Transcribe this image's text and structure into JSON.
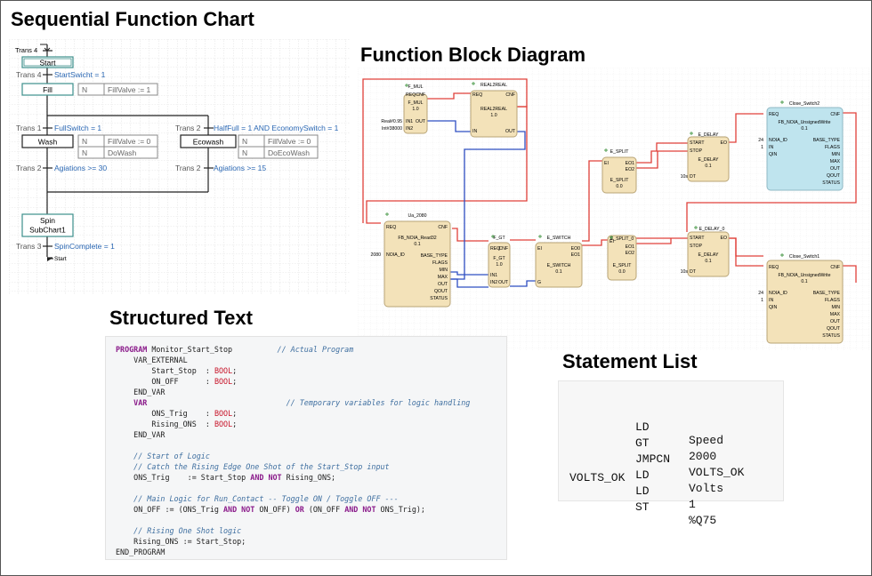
{
  "headings": {
    "sfc": "Sequential Function Chart",
    "fbd": "Function Block Diagram",
    "st": "Structured Text",
    "il": "Statement List"
  },
  "sfc": {
    "top_label": "Trans 4",
    "steps": {
      "start": "Start",
      "fill": "Fill",
      "wash": "Wash",
      "ecowash": "Ecowash",
      "spin_1": "Spin",
      "spin_2": "SubChart1"
    },
    "transitions": [
      {
        "label": "Trans 4",
        "condition": "StartSwicht = 1"
      },
      {
        "label": "Trans 1",
        "condition": "FullSwitch = 1"
      },
      {
        "label": "Trans 2",
        "condition": "HalfFull = 1 AND EconomySwitch = 1"
      },
      {
        "label": "Trans 2",
        "condition": "Agiations >= 30"
      },
      {
        "label": "Trans 2",
        "condition": "Agiations >= 15"
      },
      {
        "label": "Trans 3",
        "condition": "SpinComplete = 1"
      }
    ],
    "actions": {
      "fill_q": "N",
      "fill_a": "FillValve := 1",
      "wash1_q": "N",
      "wash1_a": "FillValve := 0",
      "wash2_q": "N",
      "wash2_a": "DoWash",
      "eco1_q": "N",
      "eco1_a": "FillValve := 0",
      "eco2_q": "N",
      "eco2_a": "DoEcoWash"
    },
    "jump": "Start"
  },
  "fbd": {
    "blocks": {
      "fmul": {
        "instance": "F_MUL",
        "type": "F_MUL",
        "ver": "1.0",
        "in": [
          "REQ",
          "IN1",
          "IN2"
        ],
        "out": [
          "CNF",
          "OUT"
        ]
      },
      "r2r": {
        "instance": "REAL2REAL",
        "type": "REAL2REAL",
        "ver": "1.0",
        "in": [
          "REQ",
          "IN"
        ],
        "out": [
          "CNF",
          "OUT"
        ]
      },
      "ua": {
        "instance": "Ua_2080",
        "type": "FB_NOIA_Read32",
        "ver": "0.1",
        "in": [
          "REQ",
          "NOIA_ID"
        ],
        "out": [
          "CNF",
          "BASE_TYPE",
          "FLAGS",
          "MIN",
          "MAX",
          "OUT",
          "QOUT",
          "STATUS"
        ]
      },
      "fgt": {
        "instance": "F_GT",
        "type": "F_GT",
        "ver": "1.0",
        "in": [
          "REQ",
          "IN1",
          "IN2"
        ],
        "out": [
          "CNF",
          "OUT"
        ]
      },
      "esw": {
        "instance": "E_SWITCH",
        "type": "E_SWITCH",
        "ver": "0.1",
        "in": [
          "EI",
          "G"
        ],
        "out": [
          "EO0",
          "EO1"
        ]
      },
      "esp_a": {
        "instance": "E_SPLIT",
        "type": "E_SPLIT",
        "ver": "0.0",
        "in": [
          "EI"
        ],
        "out": [
          "EO1",
          "EO2"
        ]
      },
      "esp_b": {
        "instance": "E_SPLIT_0",
        "type": "E_SPLIT",
        "ver": "0.0",
        "in": [
          "EI"
        ],
        "out": [
          "EO1",
          "EO2"
        ]
      },
      "edl_a": {
        "instance": "E_DELAY",
        "type": "E_DELAY",
        "ver": "0.1",
        "in": [
          "START",
          "STOP",
          "DT"
        ],
        "out": [
          "EO"
        ]
      },
      "edl_b": {
        "instance": "E_DELAY_0",
        "type": "E_DELAY",
        "ver": "0.1",
        "in": [
          "START",
          "STOP",
          "DT"
        ],
        "out": [
          "EO"
        ]
      },
      "cs2": {
        "instance": "Close_Switch2",
        "type": "FB_NOIA_UnsignedWrite",
        "ver": "0.1",
        "in": [
          "REQ",
          "NOIA_ID",
          "IN",
          "QIN"
        ],
        "out": [
          "CNF",
          "BASE_TYPE",
          "FLAGS",
          "MIN",
          "MAX",
          "OUT",
          "QOUT",
          "STATUS"
        ]
      },
      "cs1": {
        "instance": "Close_Switch1",
        "type": "FB_NOIA_UnsignedWrite",
        "ver": "0.1",
        "in": [
          "REQ",
          "NOIA_ID",
          "IN",
          "QIN"
        ],
        "out": [
          "CNF",
          "BASE_TYPE",
          "FLAGS",
          "MIN",
          "MAX",
          "OUT",
          "QOUT",
          "STATUS"
        ]
      }
    },
    "constants": {
      "fmul_in1": "Real#0.95",
      "fmul_in2": "Int#38000",
      "ua_id": "2080",
      "cs2_id": "24",
      "cs2_in": "1",
      "cs1_id": "24",
      "cs1_in": "1",
      "edl_a_dt": "10s",
      "edl_b_dt": "10s"
    }
  },
  "structured_text": {
    "l01_kw": "PROGRAM",
    "l01_code": " Monitor_Start_Stop          ",
    "l01_cm": "// Actual Program",
    "l02_kw": "VAR_EXTERNAL",
    "l03_code": "Start_Stop  : ",
    "l03_ty": "BOOL",
    "l03_end": ";",
    "l04_code": "ON_OFF      : ",
    "l04_ty": "BOOL",
    "l04_end": ";",
    "l05_kw": "END_VAR",
    "l06_kw": "VAR",
    "l06_pad": "                               ",
    "l06_cm": "// Temporary variables for logic handling",
    "l07_code": "ONS_Trig    : ",
    "l07_ty": "BOOL",
    "l07_end": ";",
    "l08_code": "Rising_ONS  : ",
    "l08_ty": "BOOL",
    "l08_end": ";",
    "l09_kw": "END_VAR",
    "l11_cm": "// Start of Logic",
    "l12_cm": "// Catch the Rising Edge One Shot of the Start_Stop input",
    "l13_a": "ONS_Trig    := Start_Stop ",
    "l13_kw1": "AND NOT",
    "l13_b": " Rising_ONS;",
    "l15_cm": "// Main Logic for Run_Contact -- Toggle ON / Toggle OFF ---",
    "l16_a": "ON_OFF := (ONS_Trig ",
    "l16_kw1": "AND NOT",
    "l16_b": " ON_OFF) ",
    "l16_kw2": "OR",
    "l16_c": " (ON_OFF ",
    "l16_kw3": "AND NOT",
    "l16_d": " ONS_Trig);",
    "l18_cm": "// Rising One Shot logic",
    "l19_code": "Rising_ONS := Start_Stop;",
    "l20_kw": "END_PROGRAM"
  },
  "statement_list": {
    "rows": [
      {
        "label": "",
        "op": "LD",
        "arg": "Speed"
      },
      {
        "label": "",
        "op": "GT",
        "arg": "2000"
      },
      {
        "label": "",
        "op": "JMPCN",
        "arg": "VOLTS_OK"
      },
      {
        "label": "",
        "op": "LD",
        "arg": "Volts"
      },
      {
        "label": "VOLTS_OK",
        "op": "LD",
        "arg": "1"
      },
      {
        "label": "",
        "op": "ST",
        "arg": "%Q75"
      }
    ]
  },
  "colors": {
    "block_fill": "#f3e2b9",
    "block_stroke": "#b8a476",
    "write_block_fill": "#bfe4ee",
    "event_wire": "#e0403a",
    "data_wire": "#2f4fc2",
    "sfc_step_border": "#3d8f8b",
    "sfc_condition": "#2a67b3",
    "grid": "#cfcfcf"
  }
}
